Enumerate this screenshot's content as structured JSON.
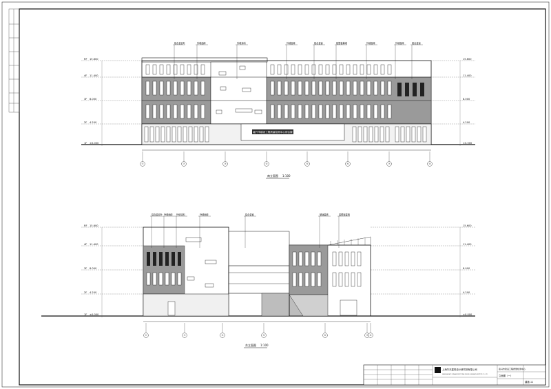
{
  "drawing": {
    "elevation_top": {
      "title": "南立面图",
      "scale": "1:100",
      "banner_text": "嘉兴市建设工程质量检测中心综合楼",
      "axis_labels": [
        "①",
        "②",
        "③",
        "④",
        "⑤",
        "⑥",
        "⑦",
        "⑧"
      ],
      "level_labels_left": [
        "RF",
        "4F",
        "3F",
        "2F",
        "1F"
      ],
      "level_values": [
        "15.600",
        "11.400",
        "8.000",
        "4.200",
        "±0.000"
      ],
      "callouts": [
        "铝合金百叶",
        "外墙面砖",
        "外墙涂料",
        "外墙面砖",
        "铝合金窗",
        "铝塑板幕墙",
        "外墙面砖",
        "外墙面砖",
        "铝合金窗"
      ]
    },
    "elevation_bottom": {
      "title": "东立面图",
      "scale": "1:100",
      "axis_labels": [
        "①",
        "②",
        "③",
        "⑤",
        "⑥",
        "⑦",
        "⑧"
      ],
      "level_labels_left": [
        "RF",
        "4F",
        "3F",
        "2F",
        "1F"
      ],
      "level_values": [
        "15.600",
        "11.400",
        "8.000",
        "4.200",
        "±0.000"
      ],
      "callouts": [
        "铝合金百叶",
        "外墙面砖",
        "外墙涂料",
        "外墙面砖",
        "铝合金窗",
        "玻璃幕墙",
        "铝塑板幕墙"
      ]
    },
    "title_block": {
      "company": "上海华东建筑设计研究院有限公司",
      "company_en": "SHANGHAI EAST CHINA ARCHITECTURAL DESIGN & RESEARCH INSTITUTE CO., LTD.",
      "project": "嘉兴市建设工程质量检测中心",
      "drawing_name": "立面图（一）",
      "drawing_no": "建施-11"
    }
  }
}
